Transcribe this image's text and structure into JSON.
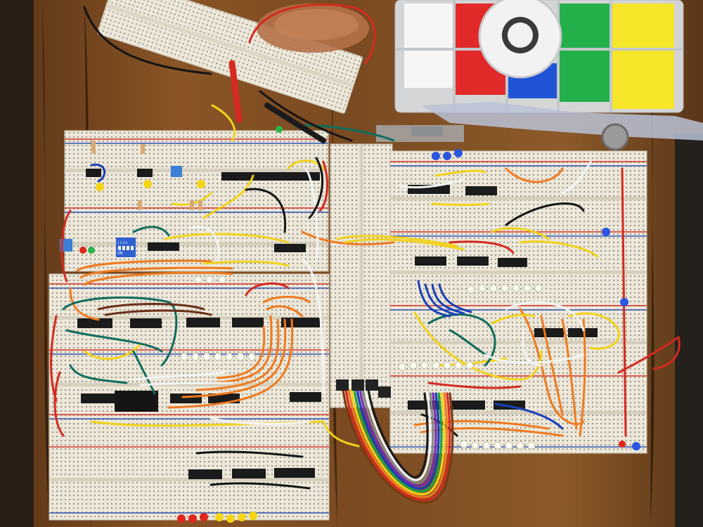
{
  "scene": {
    "image_kind": "photograph",
    "subject": "electronics-breadboard-build",
    "colors": {
      "table": "#7a4a22",
      "breadboard": "#ece7d8",
      "rail_red": "#d8322a",
      "rail_blue": "#2f55b5",
      "wire_orange": "#f07a1f",
      "wire_yellow": "#f2d21b",
      "wire_teal": "#0f6d5e",
      "wire_blue": "#1a3fb8",
      "wire_white": "#f4f4f4",
      "wire_red": "#d42a1f",
      "ic_black": "#1b1b1b"
    }
  },
  "dip_switch": {
    "numbers": "1 2 3 4",
    "on_label": "ON"
  },
  "ribbon_cable": {
    "colors": [
      "#7a3b12",
      "#d42a1f",
      "#f07a1f",
      "#f2d21b",
      "#20a040",
      "#1a3fb8",
      "#7b2db0",
      "#888888",
      "#f4f4f4",
      "#1b1b1b"
    ]
  },
  "led_box": {
    "colors": [
      "#ffffff",
      "#e22a2a",
      "#1f54d6",
      "#23b04a",
      "#f5e62a"
    ]
  }
}
